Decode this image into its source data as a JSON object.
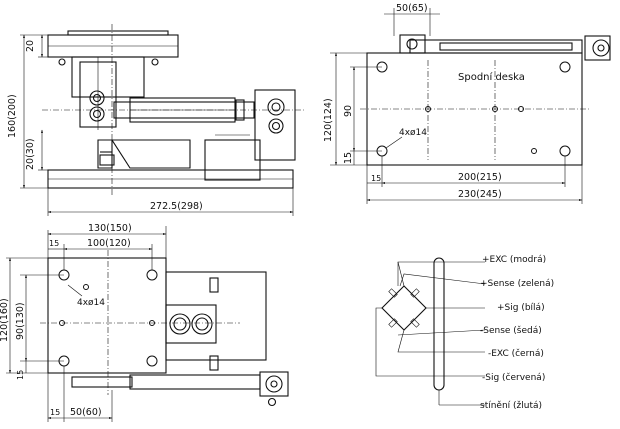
{
  "side_view": {
    "dim_top_20": "20",
    "dim_total_height": "160(200)",
    "dim_mid_20": "20(30)",
    "dim_length": "272.5(298)"
  },
  "bottom_plate_view": {
    "dim_top_width": "50(65)",
    "label": "Spodní deska",
    "dim_height": "120(124)",
    "dim_inner": "90",
    "dim_15_left": "15",
    "dim_15_bottom": "15",
    "holes_label": "4xø14",
    "dim_200": "200(215)",
    "dim_230": "230(245)"
  },
  "top_view": {
    "dim_130": "130(150)",
    "dim_100": "100(120)",
    "dim_15_top": "15",
    "holes_label": "4xø14",
    "dim_120": "120(160)",
    "dim_90": "90(130)",
    "dim_15_side": "15",
    "dim_15_bottom": "15",
    "dim_50": "50(60)"
  },
  "wiring": {
    "wires": [
      "+EXC (modrá)",
      "+Sense (zelená)",
      "+Sig (bílá)",
      "-Sense (šedá)",
      "-EXC (černá)",
      "-Sig (červená)",
      "stínění (žlutá)"
    ]
  }
}
